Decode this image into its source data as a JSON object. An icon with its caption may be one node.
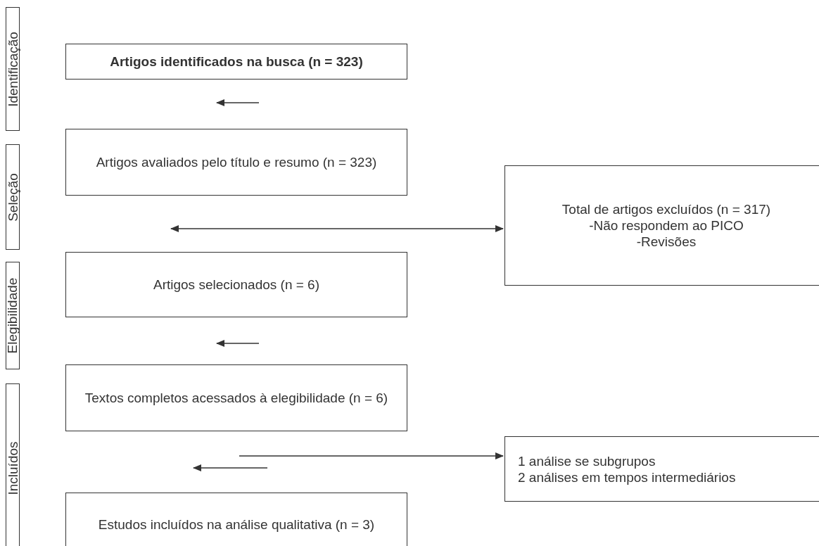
{
  "diagram": {
    "nodes": [
      {
        "text": [
          "Identificação"
        ]
      },
      {
        "text": [
          "Seleção"
        ]
      },
      {
        "text": [
          "Elegibilidade"
        ]
      },
      {
        "text": [
          "Incluídos"
        ]
      },
      {
        "text": [
          "Artigos identificados na busca (n = 323)"
        ]
      },
      {
        "text": [
          "Artigos avaliados pelo título e resumo (n = 323)"
        ]
      },
      {
        "text": [
          "Total de artigos excluídos (n = 317)",
          "-Não respondem ao PICO",
          "-Revisões"
        ]
      },
      {
        "text": [
          "Artigos selecionados (n = 6)"
        ]
      },
      {
        "text": [
          "Textos completos acessados à elegibilidade (n = 6)"
        ]
      },
      {
        "text": [
          "1 análise se subgrupos",
          "2 análises em tempos intermediários"
        ]
      },
      {
        "text": [
          "Estudos incluídos na análise qualitativa (n = 3)"
        ]
      }
    ],
    "edges": [
      {
        "from": null,
        "to": 6,
        "arrow": "both"
      },
      {
        "from": null,
        "to": 9,
        "arrow": "to"
      }
    ]
  }
}
